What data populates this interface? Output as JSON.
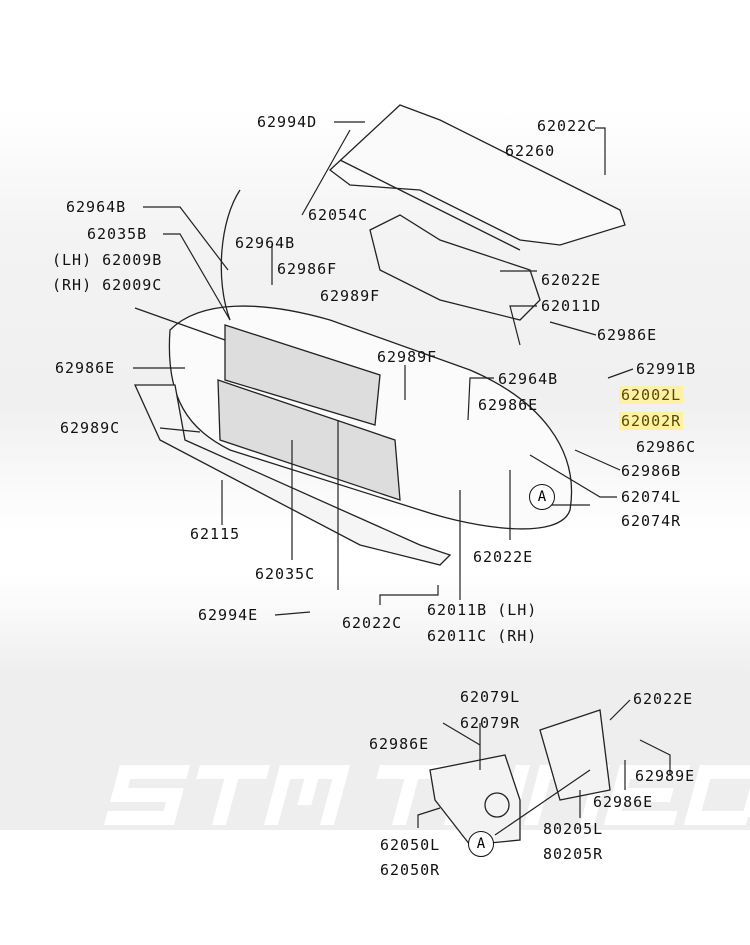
{
  "watermark": "STM TUNED",
  "highlight_color": "#fdf1a6",
  "callouts": {
    "p62994D": "62994D",
    "p62022C_top": "62022C",
    "p62260": "62260",
    "p62054C": "62054C",
    "p62964B_a": "62964B",
    "p62035B": "62035B",
    "p62009B": "(LH) 62009B",
    "p62009C": "(RH) 62009C",
    "p62964B_b": "62964B",
    "p62986F": "62986F",
    "p62989F_a": "62989F",
    "p62022E_a": "62022E",
    "p62011D": "62011D",
    "p62986E_a": "62986E",
    "p62986E_b": "62986E",
    "p62989F_b": "62989F",
    "p62964B_c": "62964B",
    "p62991B": "62991B",
    "p62002L": "62002L",
    "p62002R": "62002R",
    "p62986E_c": "62986E",
    "p62986C": "62986C",
    "p62989C": "62989C",
    "p62986B": "62986B",
    "p62074L": "62074L",
    "p62074R": "62074R",
    "ref_a1": "A",
    "p62115": "62115",
    "p62022E_b": "62022E",
    "p62035C": "62035C",
    "p62994E": "62994E",
    "p62022C_b": "62022C",
    "p62011B": "62011B (LH)",
    "p62011C": "62011C (RH)",
    "p62079L": "62079L",
    "p62079R": "62079R",
    "p62022E_c": "62022E",
    "p62986E_d": "62986E",
    "p62989E": "62989E",
    "p62986E_e": "62986E",
    "p80205L": "80205L",
    "p80205R": "80205R",
    "p62050L": "62050L",
    "p62050R": "62050R",
    "ref_a2": "A"
  }
}
